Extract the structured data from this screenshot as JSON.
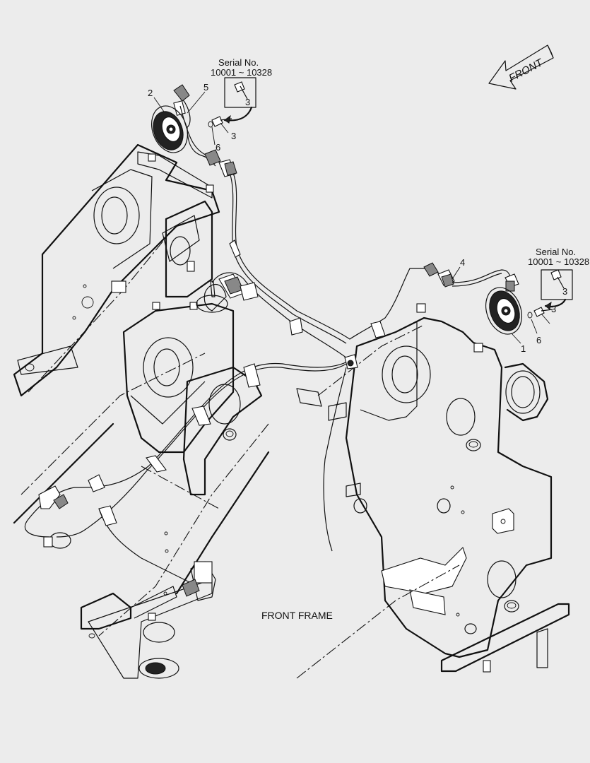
{
  "labels": {
    "serial_top": "Serial No.",
    "serial_top_range": "10001 ~ 10328",
    "serial_right": "Serial No.",
    "serial_right_range": "10001 ~ 10328",
    "front_arrow": "FRONT",
    "frame": "FRONT FRAME"
  },
  "callouts": {
    "c1": "1",
    "c2": "2",
    "c3_inset_top": "3",
    "c3_top": "3",
    "c3_inset_right": "3",
    "c3_right": "3",
    "c4": "4",
    "c5": "5",
    "c6_top": "6",
    "c6_right": "6"
  }
}
